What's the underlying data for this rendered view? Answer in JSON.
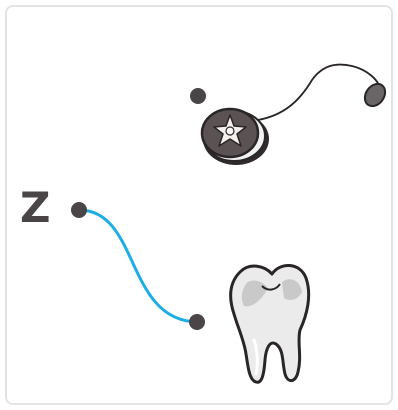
{
  "activity": {
    "letter": "Z",
    "colors": {
      "dot": "#4a4546",
      "connector_line": "#1aaee5",
      "card_border": "#e3e3e3",
      "illustration_outline": "#2a2526"
    },
    "items": [
      {
        "id": "zipper-pull",
        "icon": "zipper-pull-illustration",
        "matched_to_letter": false
      },
      {
        "id": "tooth",
        "icon": "tooth-illustration",
        "matched_to_letter": true
      }
    ]
  }
}
